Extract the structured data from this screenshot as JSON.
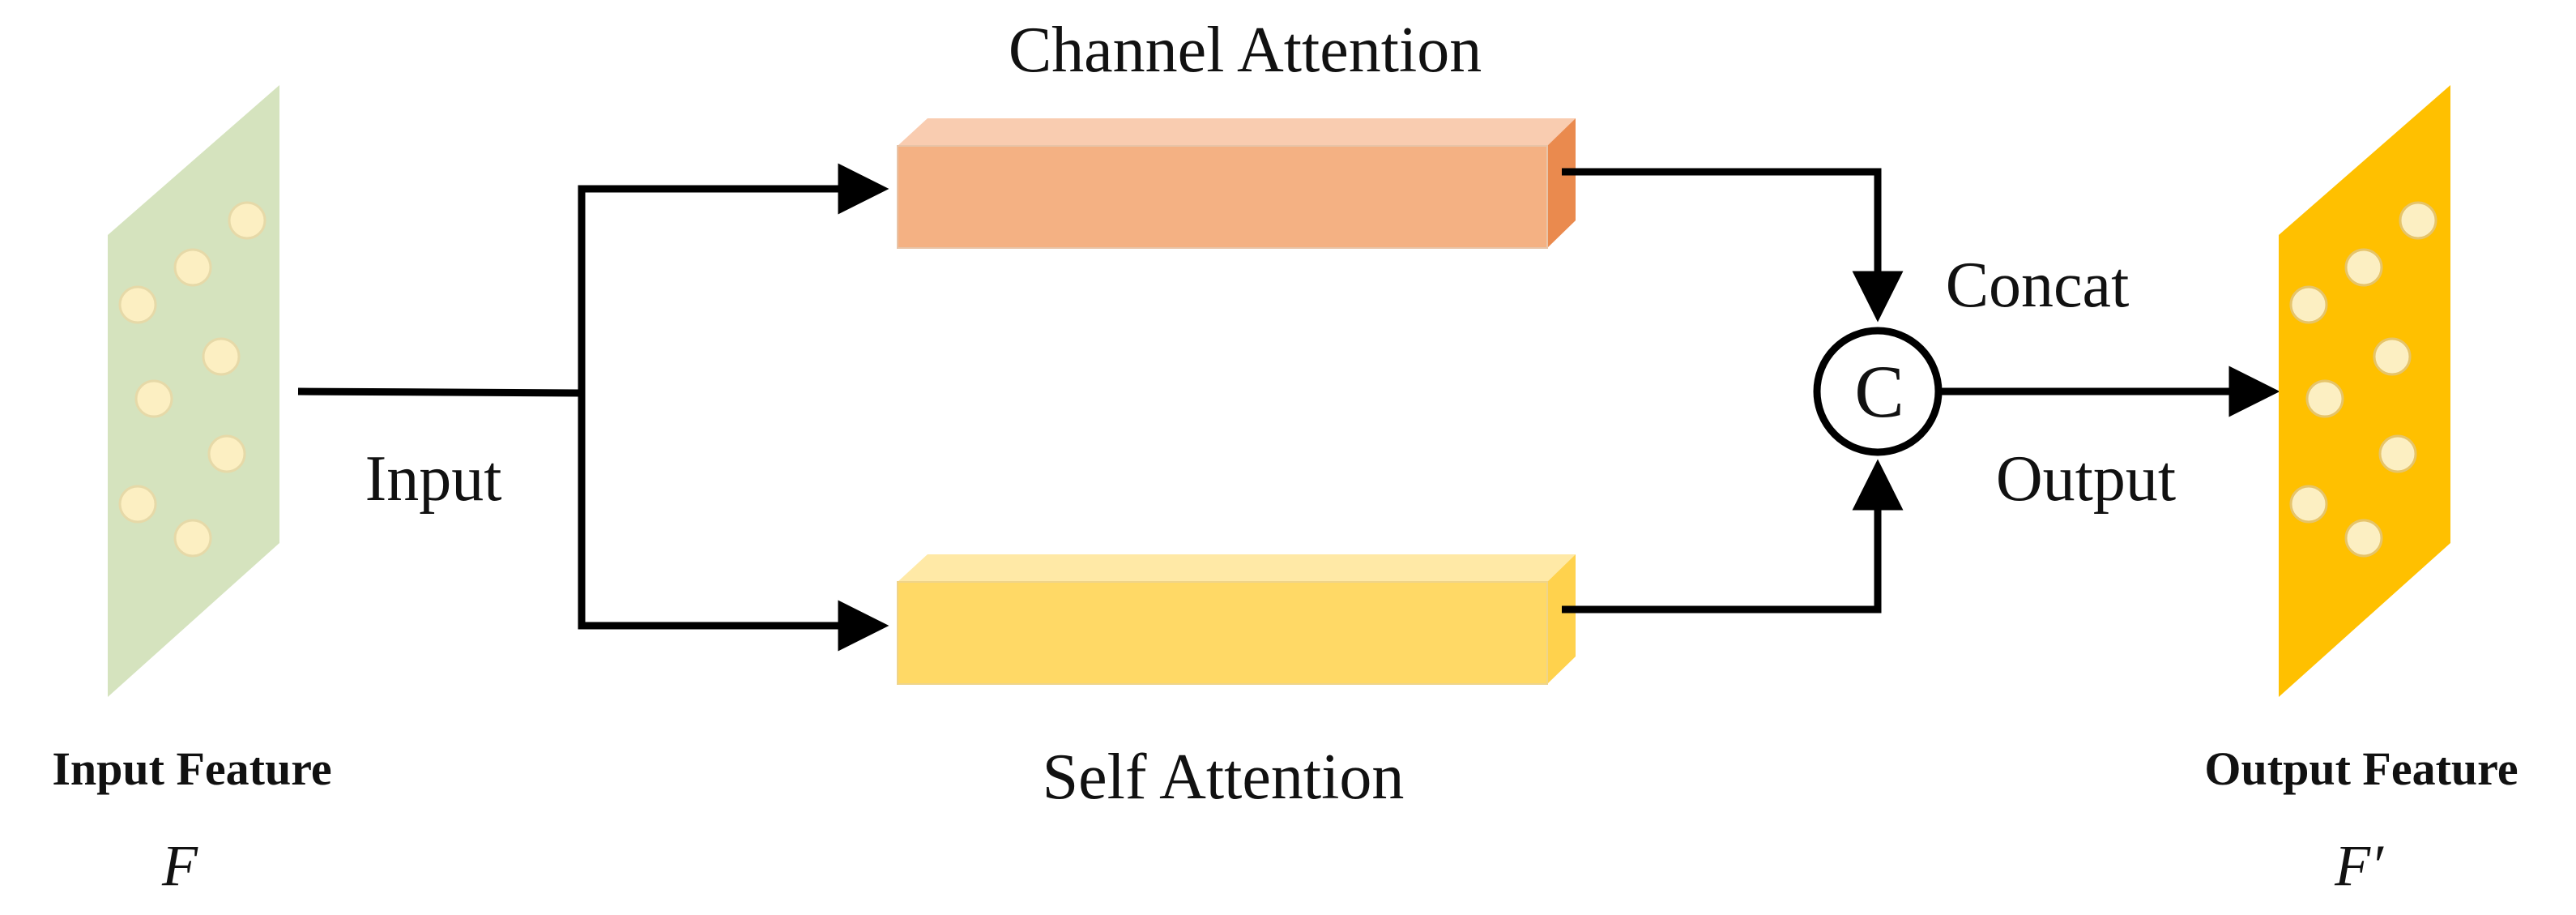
{
  "diagram": {
    "input_feature": {
      "title": "Input Feature",
      "symbol": "F",
      "color": "#D5E3BE",
      "dot_color": "#FCEFC2"
    },
    "output_feature": {
      "title": "Output Feature",
      "symbol": "F′",
      "color": "#FFC000",
      "dot_color": "#FCEFC2"
    },
    "input_label": "Input",
    "channel_attention": {
      "label": "Channel Attention",
      "front": "#F4B183",
      "top": "#F9CCB0",
      "side": "#EA8A4E"
    },
    "self_attention": {
      "label": "Self Attention",
      "front": "#FFD966",
      "top": "#FFE9A6",
      "side": "#FFD24D"
    },
    "concat": {
      "label": "Concat",
      "symbol": "C"
    },
    "output_label": "Output"
  }
}
